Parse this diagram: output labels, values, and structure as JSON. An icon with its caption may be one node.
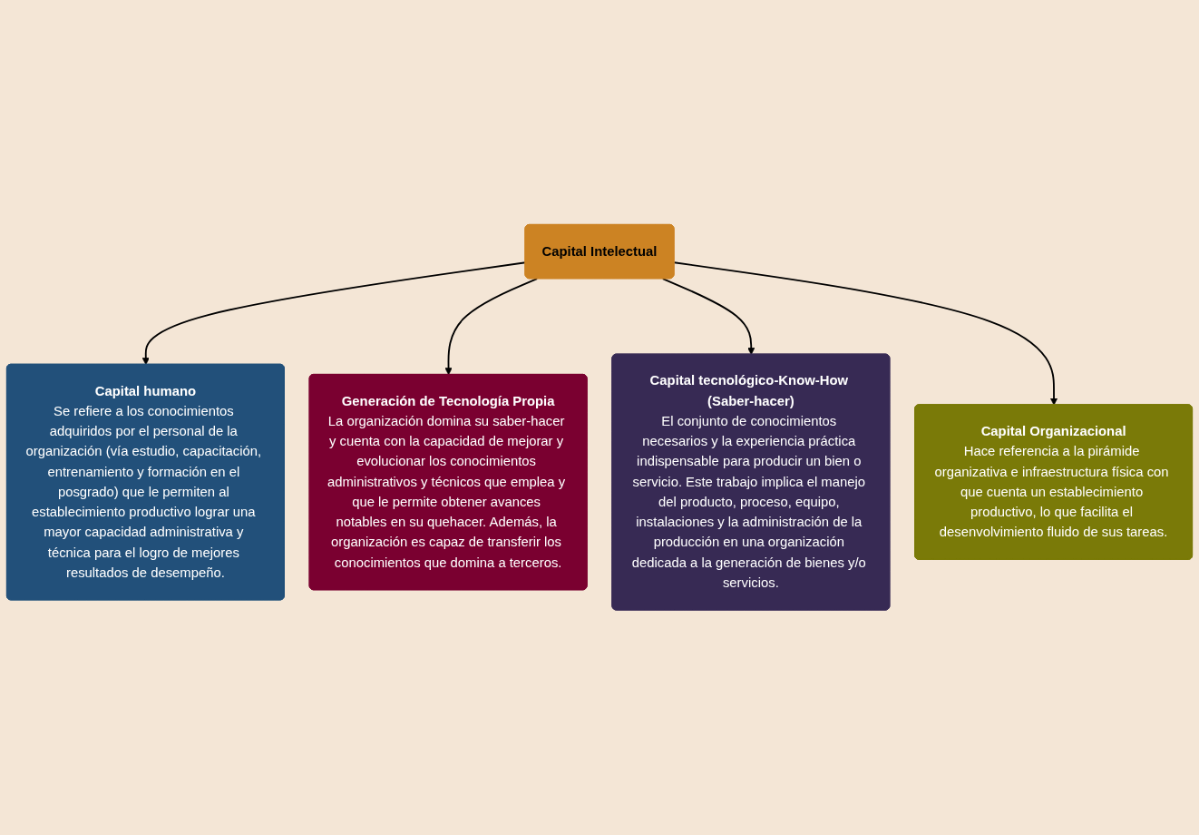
{
  "diagram": {
    "nodes": [
      {
        "text": [
          "Capital humano",
          "Se refiere a los conocimientos adquiridos por el personal de la organización (vía estudio, capacitación, entrenamiento y formación en el posgrado) que le permiten al establecimiento productivo lograr una mayor capacidad administrativa y técnica para el logro de mejores resultados de desempeño."
        ]
      },
      {
        "text": [
          "Generación de Tecnología Propia",
          "La organización domina su saber-hacer y cuenta con la capacidad de mejorar y evolucionar los conocimientos administrativos y técnicos que emplea y que le permite obtener avances notables en su quehacer. Además, la organización es capaz de transferir los conocimientos que domina a terceros."
        ]
      },
      {
        "text": [
          "Capital Intelectual"
        ]
      },
      {
        "text": [
          "Capital tecnológico-Know-How (Saber-hacer)",
          "El conjunto de conocimientos necesarios y la experiencia práctica indispensable para producir un bien o servicio. Este trabajo implica el manejo del producto, proceso, equipo, instalaciones y la administración de la producción en una organización dedicada a la generación de bienes y/o servicios."
        ]
      },
      {
        "text": [
          "Capital Organizacional",
          "Hace referencia a la pirámide organizativa e infraestructura física con que cuenta un establecimiento productivo, lo que facilita el desenvolvimiento fluido de sus tareas."
        ]
      }
    ],
    "edges": [
      {
        "from": 2,
        "to": 0,
        "arrow": "to"
      },
      {
        "from": 2,
        "to": 1,
        "arrow": "to"
      },
      {
        "from": 2,
        "to": 3,
        "arrow": "to"
      },
      {
        "from": 2,
        "to": 4,
        "arrow": "to"
      }
    ]
  }
}
